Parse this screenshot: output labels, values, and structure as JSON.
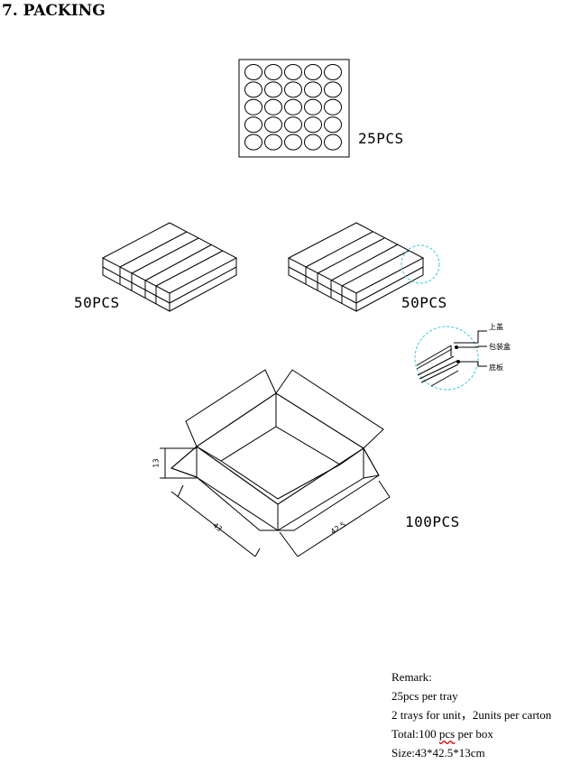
{
  "title": "7. PACKING",
  "tray": {
    "label": "25PCS",
    "rows": 5,
    "cols": 5
  },
  "unit_left": {
    "label": "50PCS"
  },
  "unit_right": {
    "label": "50PCS"
  },
  "detail_callouts": [
    "上盖",
    "包装盒",
    "底板"
  ],
  "carton": {
    "label": "100PCS",
    "height_dim": "13",
    "length_dim": "43",
    "width_dim": "42.5"
  },
  "remark": {
    "heading": "Remark:",
    "line1": "25pcs per tray",
    "line2": "2 trays for unit，2units per carton",
    "line3_pre": "Total:100 ",
    "line3_mark": "pcs",
    "line3_post": " per box",
    "line4": "Size:43*42.5*13cm"
  },
  "colors": {
    "line": "#000000",
    "detail_circle": "#33ccdd",
    "spell_mark": "#dd0000"
  }
}
